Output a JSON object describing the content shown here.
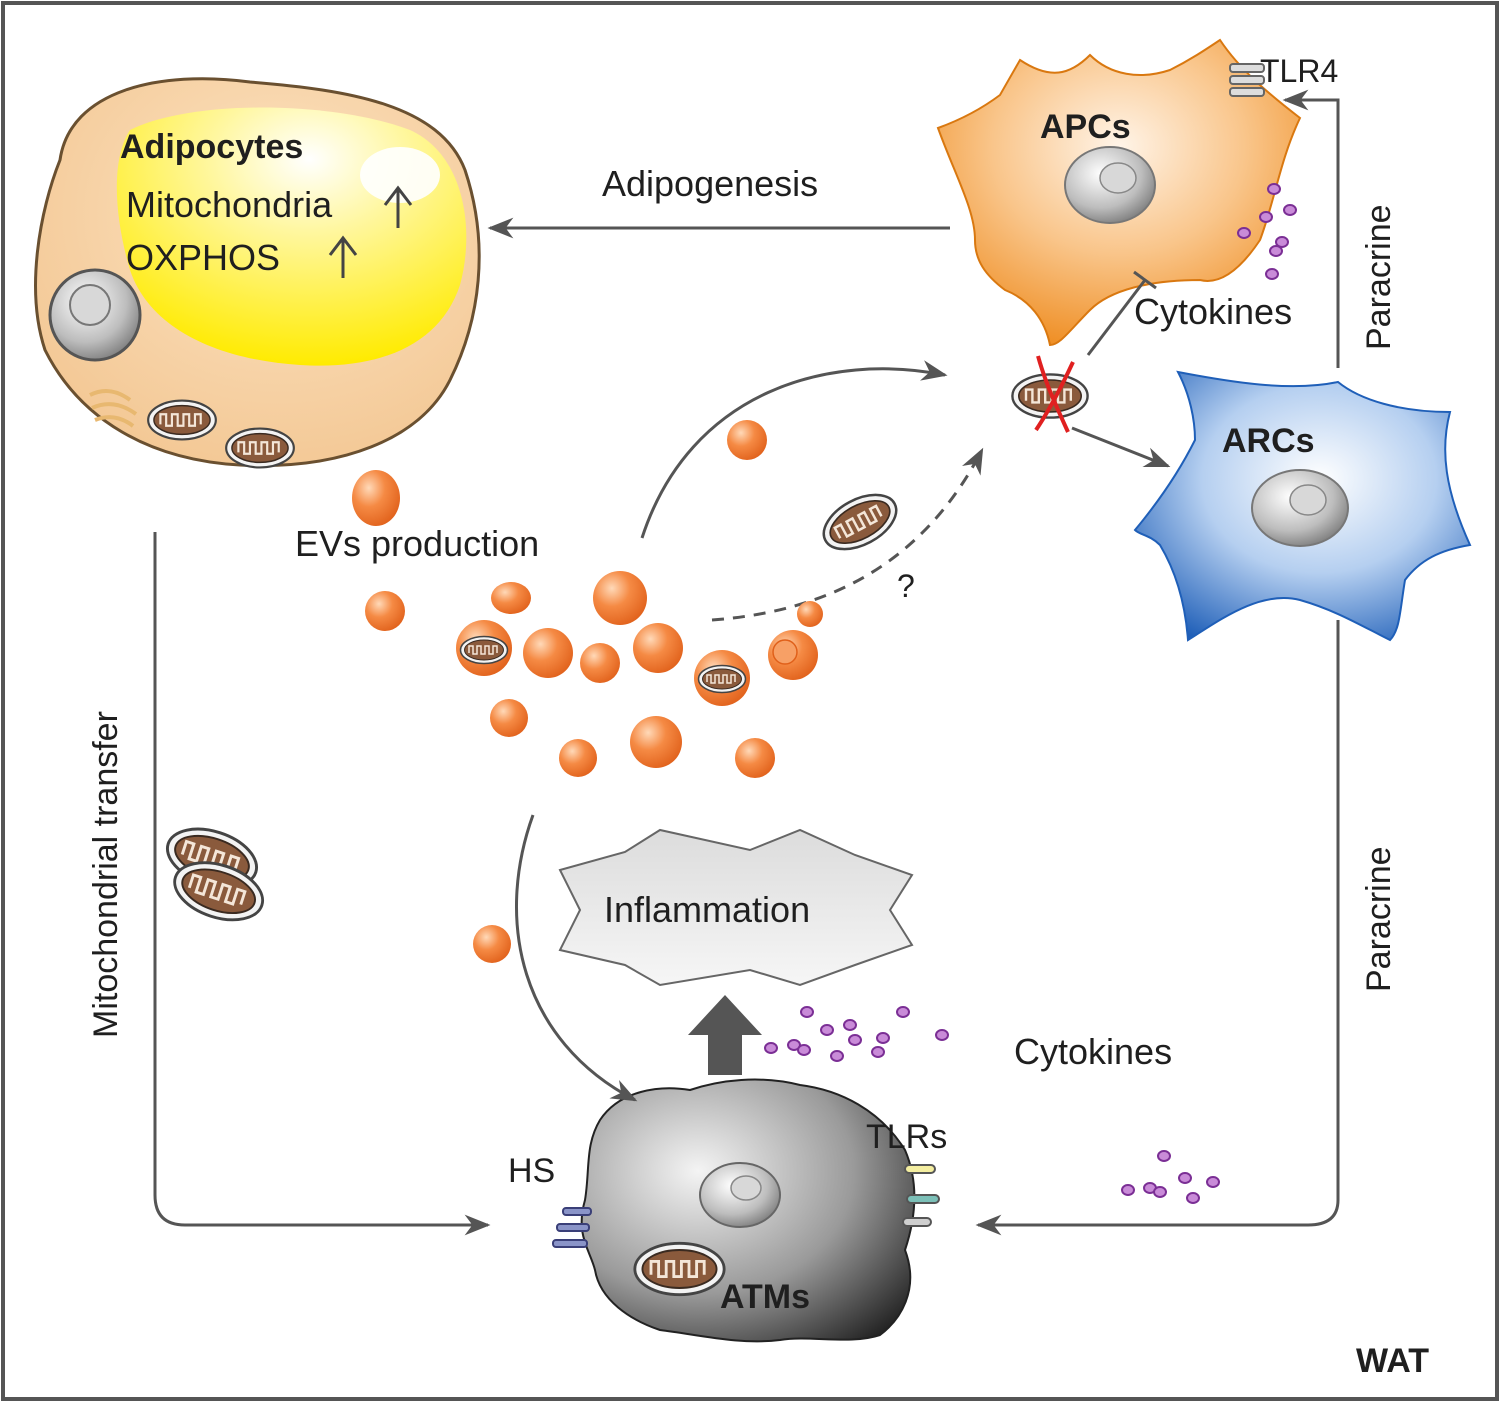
{
  "labels": {
    "adipocytes": "Adipocytes",
    "mitochondria": "Mitochondria",
    "oxphos": "OXPHOS",
    "apcs": "APCs",
    "tlr4": "TLR4",
    "adipogenesis": "Adipogenesis",
    "paracrine_top": "Paracrine",
    "cytokines_top": "Cytokines",
    "arcs": "ARCs",
    "evs_production": "EVs production",
    "question": "?",
    "mito_transfer": "Mitochondrial transfer",
    "inflammation": "Inflammation",
    "cytokines_bottom": "Cytokines",
    "paracrine_bottom": "Paracrine",
    "hs": "HS",
    "tlrs": "TLRs",
    "atms": "ATMs",
    "wat": "WAT"
  },
  "colors": {
    "adipocyte_cytoplasm": "#f6cfa0",
    "lipid": "#fff200",
    "apc": "#f39a2e",
    "arc": "#2f6fc0",
    "atm": "#4a4a4a",
    "ev": "#f0762c",
    "cytokine": "#9c4fb0",
    "arrow": "#555555",
    "cross": "#e02020"
  }
}
